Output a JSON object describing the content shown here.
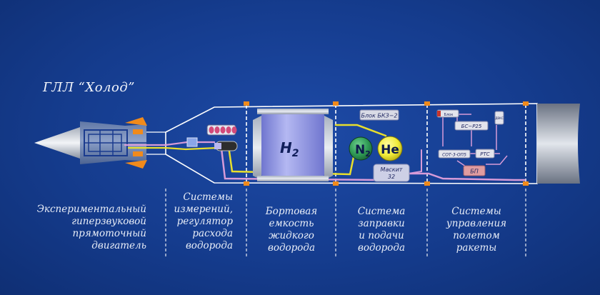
{
  "title": "ГЛЛ “Холод”",
  "tank_label": {
    "main": "H",
    "sub": "2"
  },
  "n2_label": {
    "main": "N",
    "sub": "2"
  },
  "he_label": "He",
  "block_bkz": "Блок БКЗ−2",
  "maskit": {
    "line1": "Маскит",
    "line2": "32"
  },
  "control_units": {
    "bs": "БС−Р25",
    "sot": "СОТ-3-ОП5",
    "rts": "РТС",
    "bp": "БП",
    "small_left": "Блок",
    "small_right": "ДВКС"
  },
  "captions": {
    "engine": "Экспериментальный\nгиперзвуковой\nпрямоточный\nдвигатель",
    "measure": "Системы\nизмерений,\nрегулятор\nрасхода\nводорода",
    "tank": "Бортовая\nемкость\nжидкого\nводорода",
    "fuel": "Система\nзаправки\nи подачи\nводорода",
    "control": "Системы\nуправления\nполетом\nракеты"
  },
  "colors": {
    "background": "#153c8e",
    "pipe_yellow": "#e8df2c",
    "pipe_pink": "#d79bd8",
    "he_sphere": "#f1ec3a",
    "n2_sphere": "#2f9a55",
    "tank_fill": "#8a8fe0",
    "flame_orange": "#f08a1c"
  }
}
